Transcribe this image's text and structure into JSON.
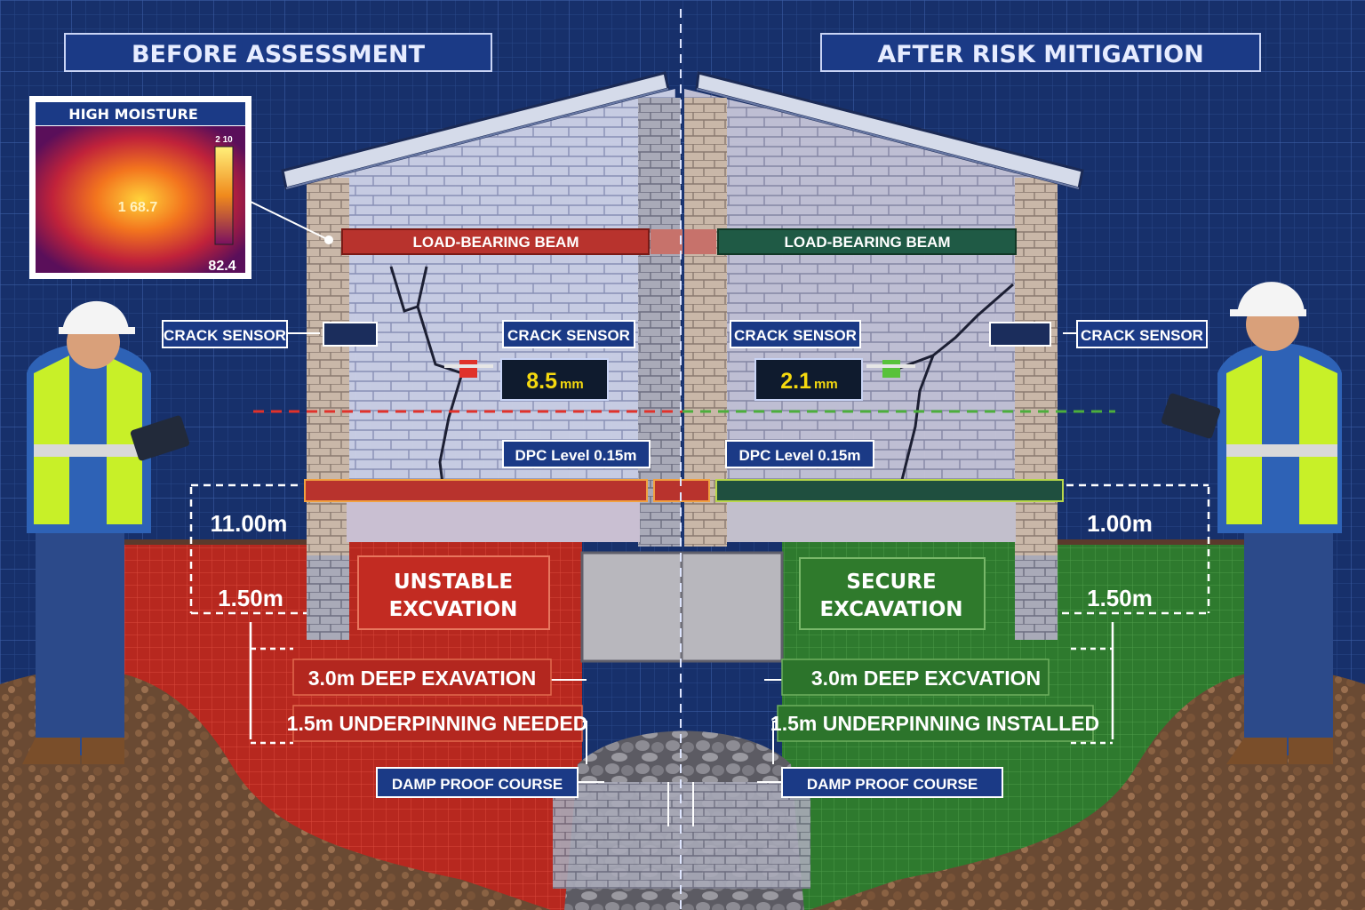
{
  "panels": {
    "before": {
      "title": "BEFORE ASSESSMENT",
      "thermal": {
        "label": "HIGH MOISTURE",
        "reading": "1 68.7",
        "scale_top": "2 10",
        "scale_bottom": "82.4"
      },
      "beam_label": "LOAD-BEARING BEAM",
      "crack_sensor_outer": "CRACK SENSOR",
      "crack_sensor_inner": "CRACK SENSOR",
      "crack_reading_value": "8.5",
      "crack_reading_unit": "mm",
      "dpc_level": "DPC Level 0.15m",
      "dim_upper": "11.00m",
      "dim_lower": "1.50m",
      "status_line1": "UNSTABLE",
      "status_line2": "EXCVATION",
      "depth_note": "3.0m DEEP EXAVATION",
      "underpin_note": "1.5m UNDERPINNING NEEDED",
      "damp_course": "DAMP PROOF COURSE",
      "accent": "#e0322b"
    },
    "after": {
      "title": "AFTER RISK MITIGATION",
      "beam_label": "LOAD-BEARING BEAM",
      "crack_sensor_outer": "CRACK SENSOR",
      "crack_sensor_inner": "CRACK SENSOR",
      "crack_reading_value": "2.1",
      "crack_reading_unit": "mm",
      "dpc_level": "DPC Level 0.15m",
      "dim_upper": "1.00m",
      "dim_lower": "1.50m",
      "status_line1": "SECURE",
      "status_line2": "EXCAVATION",
      "depth_note": "3.0m DEEP EXCVATION",
      "underpin_note": "1.5m UNDERPINNING INSTALLED",
      "damp_course": "DAMP PROOF COURSE",
      "accent": "#3f9a3a"
    }
  },
  "colors": {
    "blueprint": "#17306b",
    "grid": "#2f4f92",
    "label_bg": "#1b3a86",
    "label_border": "#ffffff",
    "reading_text": "#f5d90f",
    "danger": "#e0322b",
    "safe": "#3f9a3a"
  },
  "icons": [
    "thermal-camera-icon",
    "crack-sensor-icon",
    "hard-hat-icon",
    "tablet-icon"
  ]
}
